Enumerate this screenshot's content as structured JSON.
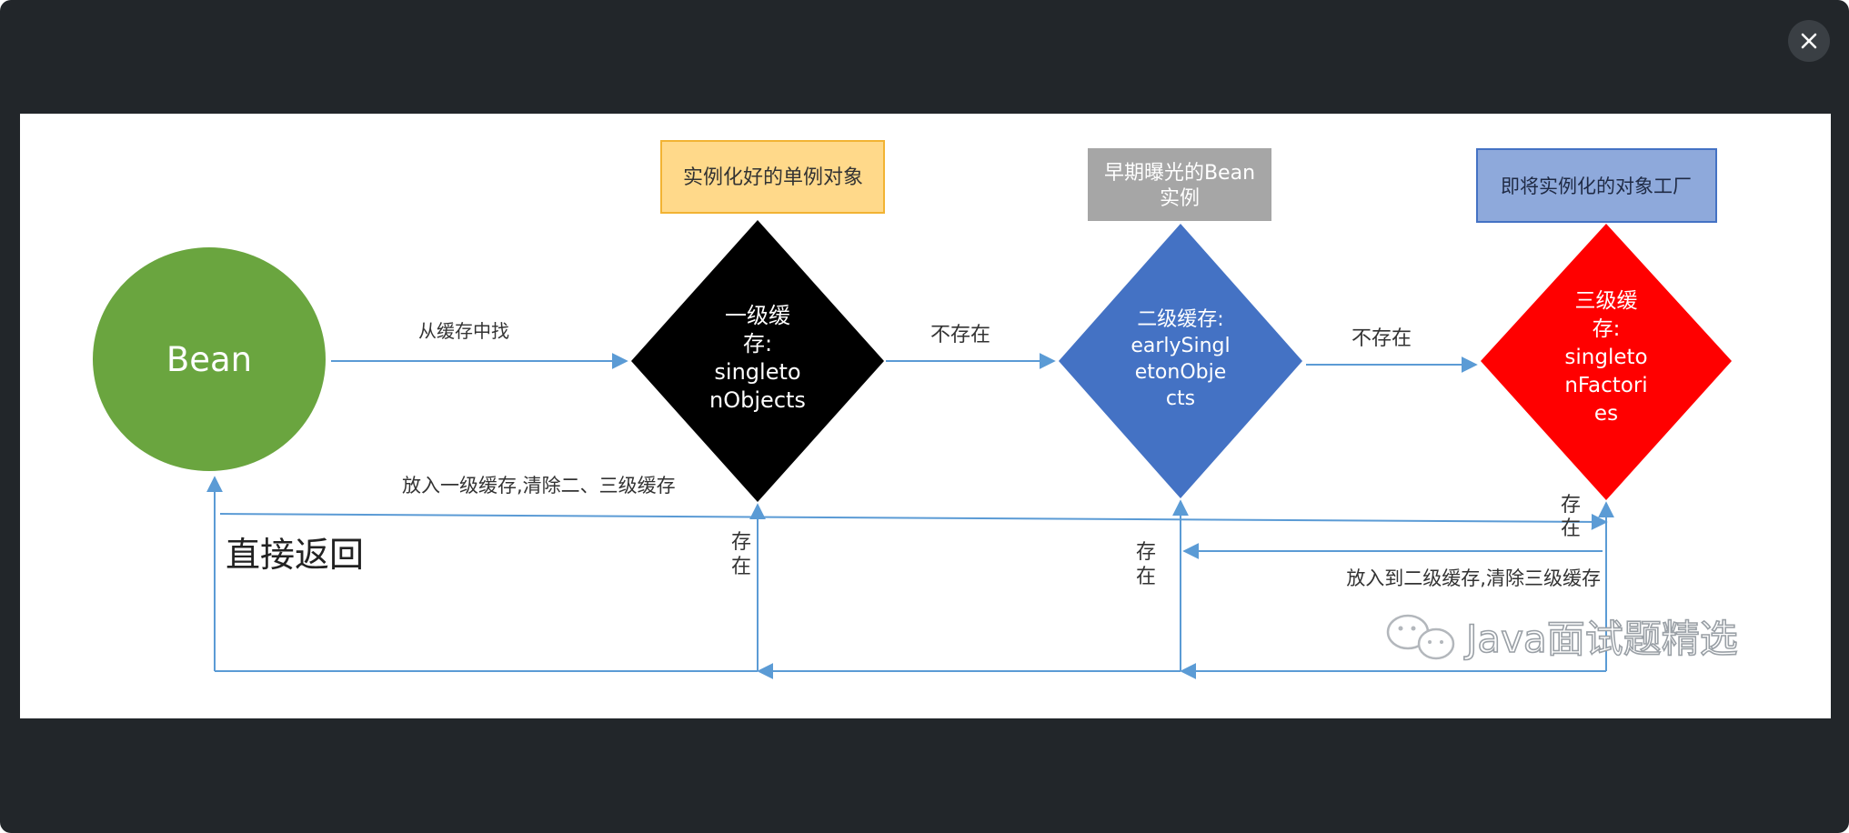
{
  "viewer": {
    "close_icon": "close-icon",
    "prev_icon": "chevron-left-icon",
    "next_icon": "chevron-right-icon"
  },
  "diagram": {
    "bean_label": "Bean",
    "level1": {
      "line1": "一级缓",
      "line2": "存:",
      "line3": "singleto",
      "line4": "nObjects",
      "note": "实例化好的单例对象"
    },
    "level2": {
      "line1": "二级缓存:",
      "line2": "earlySingl",
      "line3": "etonObje",
      "line4": "cts",
      "note_line1": "早期曝光的Bean",
      "note_line2": "实例"
    },
    "level3": {
      "line1": "三级缓",
      "line2": "存:",
      "line3": "singleto",
      "line4": "nFactori",
      "line5": "es",
      "note": "即将实例化的对象工厂"
    },
    "edges": {
      "find_in_cache": "从缓存中找",
      "not_exist_1": "不存在",
      "not_exist_2": "不存在",
      "put_level1": "放入一级缓存,清除二、三级缓存",
      "return_direct": "直接返回",
      "exists_1_a": "存",
      "exists_1_b": "在",
      "exists_2_a": "存",
      "exists_2_b": "在",
      "exists_3_a": "存",
      "exists_3_b": "在",
      "put_level2": "放入到二级缓存,清除三级缓存"
    },
    "watermark": "Java面试题精选"
  },
  "colors": {
    "viewer_bg": "#22262a",
    "bean_green": "#6aa53f",
    "level1_black": "#000000",
    "level2_blue": "#4472c4",
    "level3_red": "#ff0000",
    "note1_fill": "#ffd98a",
    "note2_fill": "#a6a6a6",
    "note3_fill": "#8ea9db",
    "arrow_blue": "#5b9bd5"
  }
}
